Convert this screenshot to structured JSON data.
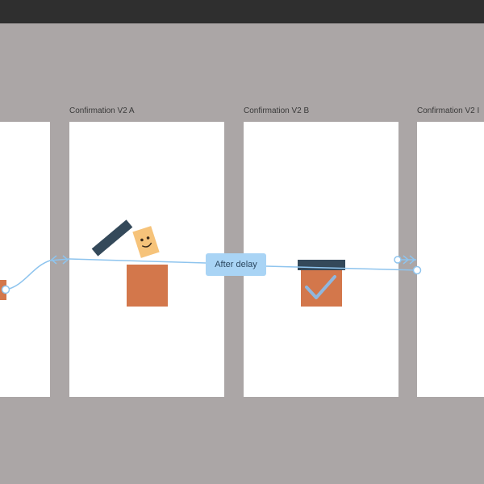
{
  "frames": [
    {
      "label": "",
      "id": "frame-left"
    },
    {
      "label": "Confirmation V2 A",
      "id": "frame-a"
    },
    {
      "label": "Confirmation V2 B",
      "id": "frame-b"
    },
    {
      "label": "Confirmation V2 I",
      "id": "frame-c"
    }
  ],
  "connector": {
    "trigger_label": "After delay"
  },
  "colors": {
    "canvas_bg": "#aba6a6",
    "topbar": "#2f2f2f",
    "frame_bg": "#ffffff",
    "connector": "#8ec4ee",
    "pill_bg": "#a9d4f5",
    "box": "#d3774b",
    "lid": "#34495a",
    "card": "#f6c37a"
  },
  "icons": {
    "check": "checkmark-icon",
    "smiley": "smiley-card-icon",
    "arrow": "double-arrow-icon"
  }
}
